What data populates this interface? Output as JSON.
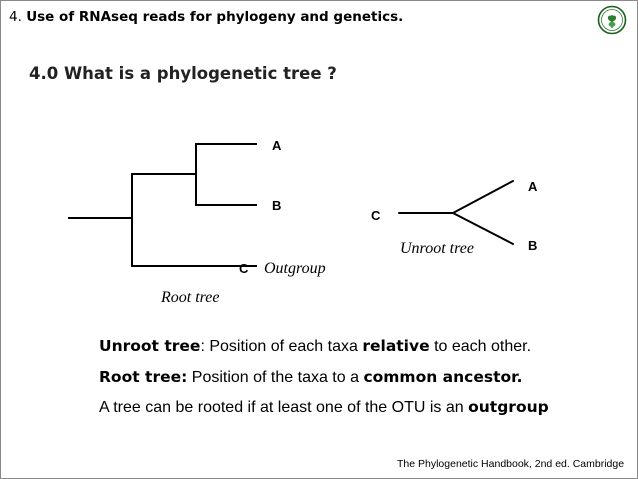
{
  "header": {
    "number": "4.",
    "title": "Use of RNAseq reads for phylogeny and genetics."
  },
  "subtitle": "4.0 What is a phylogenetic tree ?",
  "root_tree": {
    "label_a": "A",
    "label_b": "B",
    "label_c": "C",
    "outgroup": "Outgroup",
    "caption": "Root tree"
  },
  "unroot_tree": {
    "label_a": "A",
    "label_b": "B",
    "label_c": "C",
    "caption": "Unroot tree"
  },
  "lines": [
    {
      "term": "Unroot tree",
      "sep": ":",
      "pre": " Position of each taxa ",
      "em": "relative",
      "post": " to each other."
    },
    {
      "term": "Root tree:",
      "sep": "",
      "pre": " Position of the taxa to a ",
      "em": "common ancestor.",
      "post": ""
    },
    {
      "term": "",
      "sep": "",
      "pre": "A tree can be rooted if at least one of the OTU is an ",
      "em": "outgroup",
      "post": ""
    }
  ],
  "footer": "The Phylogenetic Handbook, 2nd ed. Cambridge",
  "colors": {
    "logo_green": "#2e7d32",
    "logo_border": "#1b5e20"
  }
}
